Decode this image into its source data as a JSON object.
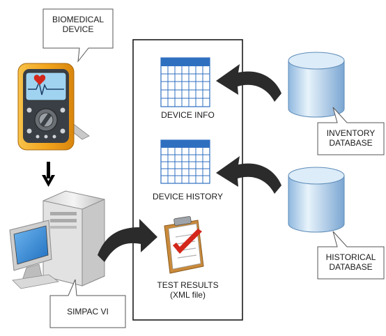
{
  "callouts": {
    "biomedical_device": [
      "BIOMEDICAL",
      "DEVICE"
    ],
    "inventory_database": [
      "INVENTORY",
      "DATABASE"
    ],
    "historical_database": [
      "HISTORICAL",
      "DATABASE"
    ],
    "simpac": "SIMPAC VI"
  },
  "panel_items": {
    "device_info": "DEVICE INFO",
    "device_history": "DEVICE HISTORY",
    "test_results": [
      "TEST RESULTS",
      "(XML file)"
    ]
  },
  "colors": {
    "calendar_blue": "#2f6fc0",
    "database_blue": "#bcd8ee",
    "device_orange": "#f2a51e",
    "check_red": "#d4271c",
    "arrow_dark": "#2b2b2b"
  }
}
